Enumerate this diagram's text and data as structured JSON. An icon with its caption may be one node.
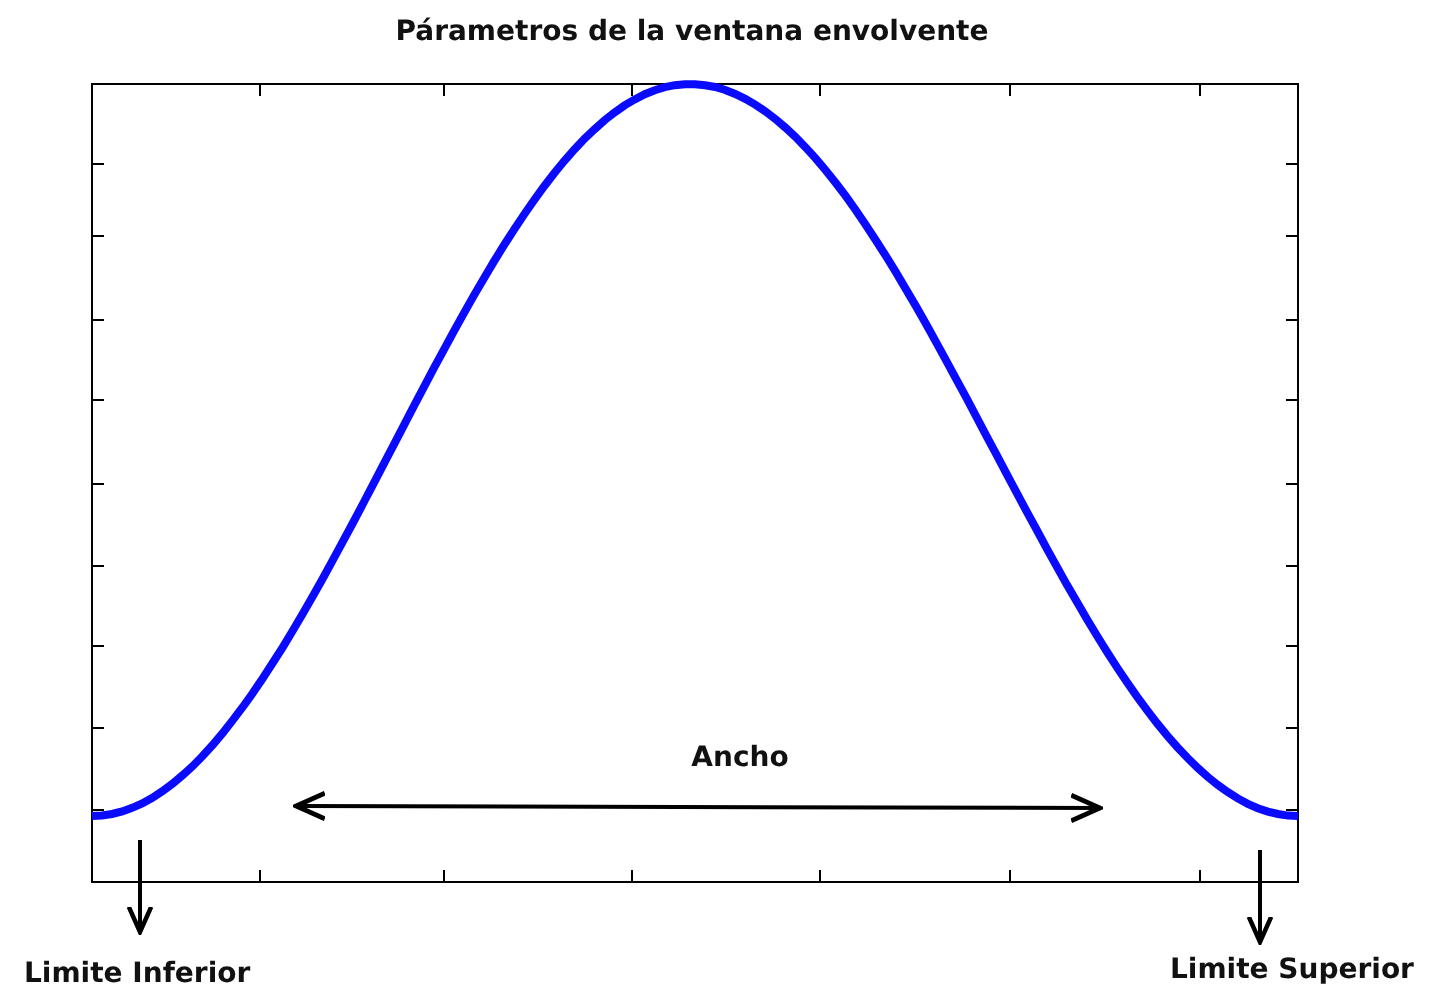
{
  "diagram": {
    "title": "Párametros de la ventana envolvente",
    "labels": [
      "Ancho",
      "Limite Inferior",
      "Limite Superior"
    ]
  }
}
